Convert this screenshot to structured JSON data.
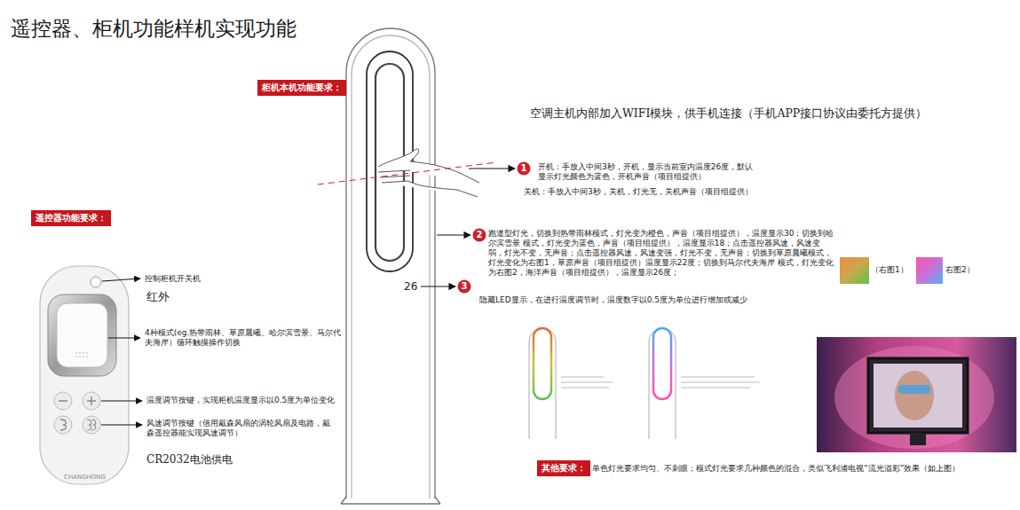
{
  "diagram": {
    "title": "遥控器、柜机功能样机实现功能",
    "nodes": [
      {
        "text": [
          "柜机本机功能要求："
        ]
      },
      {
        "text": [
          "1"
        ]
      },
      {
        "text": [
          "遥控器功能要求："
        ]
      },
      {
        "text": [
          "2"
        ]
      },
      {
        "text": [
          "3"
        ]
      },
      {
        "text": [
          "其他要求："
        ]
      }
    ],
    "labels": [
      "空调主机内部加入WIFI模块，供手机连接（手机APP接口协议由委托方提供）",
      "开机：手放入中间3秒，开机，显示当前室内温度26度，默认显示灯光颜色为蓝色，开机声音（项目组提供）",
      "关机：手放入中间3秒，关机，灯光无，关机声音（项目组提供）",
      "跑道型灯光，切换到热带雨林模式，灯光变为橙色，声音（项目组提供），温度显示30；切换到哈尔滨雪景 模式，灯光变为蓝色，声音（项目组提供），温度显示18；点击遥控器风速，风速变弱，灯光不变，无声音；点击遥控器风速，风速变强，灯光不变，无声音；切换到草原晨曦模式，灯光变化为右图1，草原声音（项目组提供）温度显示22度；切换到马尔代夫海岸 模式，灯光变化为右图2，海洋声音（项目组提供），温度显示26度；",
      "（右图1）",
      "右图2）",
      "26",
      "隐藏LED显示，在进行温度调节时，温度数字以0.5度为单位进行增加或减少",
      "控制柜机开关机",
      "红外",
      "4种模式(eg.热带雨林、草原晨曦、哈尔滨雪景、马尔代夫海岸）循环触摸操作切换",
      "温度调节按键，实现柜机温度显示以0.5度为单位变化",
      "风速调节按键（借用戴森风扇的涡轮风扇及电路，戴森遥控器能实现风速调节）",
      "CHANGHONG",
      "CR2032电池供电",
      "单色灯光要求均匀、不刺眼；模式灯光要求几种颜色的混合，类似飞利浦电视“流光溢彩”效果（如上图）"
    ]
  }
}
